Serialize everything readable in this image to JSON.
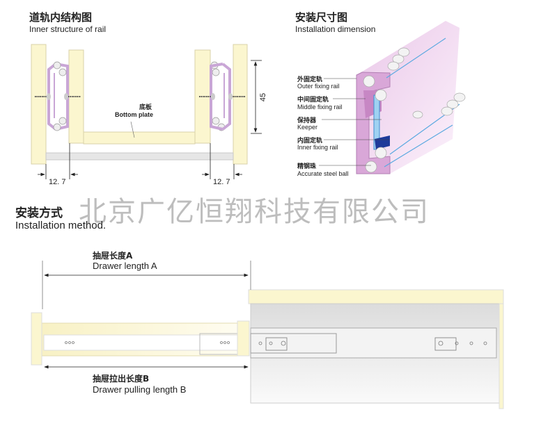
{
  "inner_structure": {
    "title_zh": "道轨内结构图",
    "title_en": "Inner structure of rail",
    "bottom_plate_zh": "底板",
    "bottom_plate_en": "Bottom plate",
    "height_dim": "45",
    "gap_left": "12. 7",
    "gap_right": "12. 7"
  },
  "installation_dimension": {
    "title_zh": "安装尺寸图",
    "title_en": "Installation dimension",
    "parts": [
      {
        "zh": "外固定轨",
        "en": "Outer fixing rail"
      },
      {
        "zh": "中间固定轨",
        "en": "Middle fixing rail"
      },
      {
        "zh": "保持器",
        "en": "Keeper"
      },
      {
        "zh": "内固定轨",
        "en": "Inner fixing rail"
      },
      {
        "zh": "精钢珠",
        "en": "Accurate steel ball"
      }
    ]
  },
  "watermark": "北京广亿恒翔科技有限公司",
  "installation_method": {
    "title_zh": "安装方式",
    "title_en": "Installation method.",
    "length_a_zh": "抽屉长度A",
    "length_a_en": "Drawer length A",
    "length_b_zh": "抽屉拉出长度B",
    "length_b_en": "Drawer pulling length B"
  },
  "colors": {
    "wood": "#fbf6cf",
    "rail": "#c9a6d6",
    "profile": "#d9a7d8",
    "keeper": "#5aa9e0",
    "cabinet": "#e4e4e4"
  }
}
